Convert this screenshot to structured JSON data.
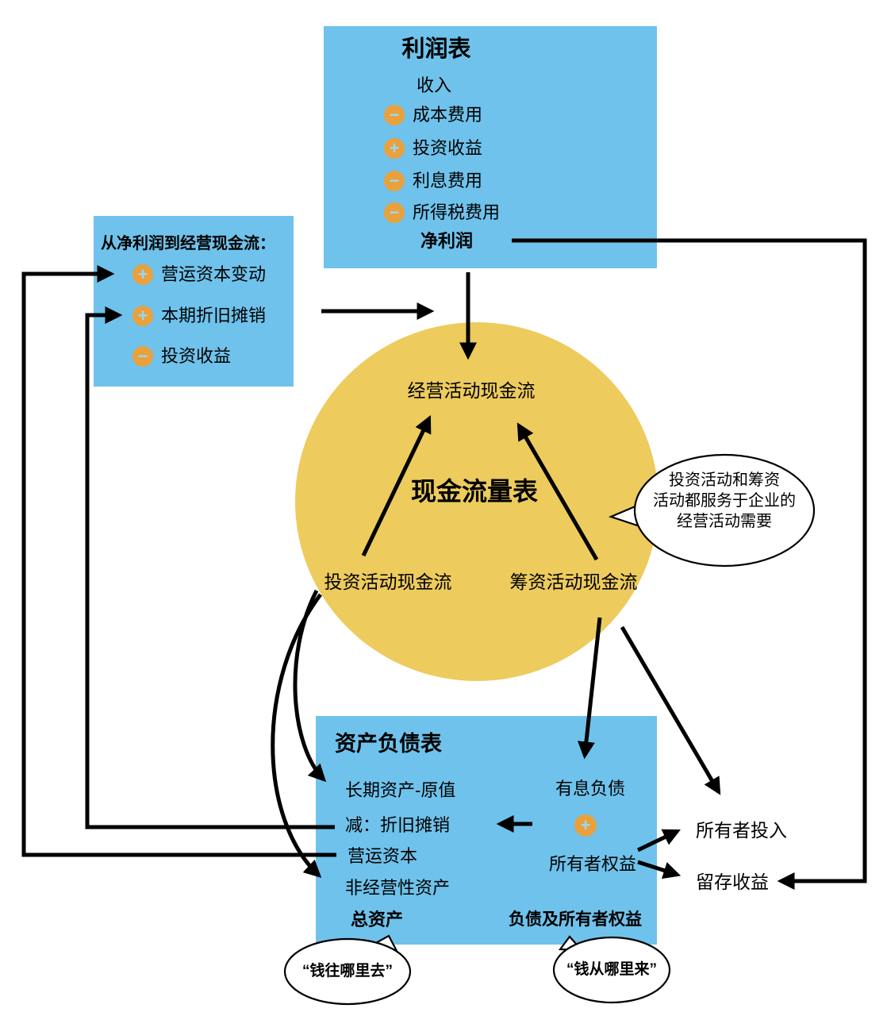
{
  "colors": {
    "box_blue": "#6FC2EB",
    "circle_yellow": "#EDCB5D",
    "icon_orange": "#E8A13D",
    "icon_glyph_blue": "#9ED6F2",
    "line_black": "#000000"
  },
  "income_statement": {
    "title": "利润表",
    "revenue": "收入",
    "items": [
      {
        "icon": "minus-icon",
        "sign": "−",
        "label": "成本费用"
      },
      {
        "icon": "plus-icon",
        "sign": "+",
        "label": "投资收益"
      },
      {
        "icon": "minus-icon",
        "sign": "−",
        "label": "利息费用"
      },
      {
        "icon": "minus-icon",
        "sign": "−",
        "label": "所得税费用"
      }
    ],
    "net_profit": "净利润"
  },
  "adjustments": {
    "title": "从净利润到经营现金流：",
    "items": [
      {
        "icon": "plus-icon",
        "sign": "+",
        "label": "营运资本变动"
      },
      {
        "icon": "plus-icon",
        "sign": "+",
        "label": "本期折旧摊销"
      },
      {
        "icon": "minus-icon",
        "sign": "−",
        "label": "投资收益"
      }
    ]
  },
  "cash_flow_statement": {
    "title": "现金流量表",
    "operating": "经营活动现金流",
    "investing": "投资活动现金流",
    "financing": "筹资活动现金流"
  },
  "balance_sheet": {
    "title": "资产负债表",
    "assets": [
      "长期资产-原值",
      "减：折旧摊销",
      "营运资本",
      "非经营性资产"
    ],
    "total_assets": "总资产",
    "liabilities": {
      "interest_bearing_debt": "有息负债",
      "plus_sign": "+",
      "owners_equity": "所有者权益"
    },
    "total_liabilities_equity": "负债及所有者权益"
  },
  "equity_detail": {
    "owner_investment": "所有者投入",
    "retained_earnings": "留存收益"
  },
  "callouts": {
    "service_note_line1": "投资活动和筹资",
    "service_note_line2": "活动都服务于企业的",
    "service_note_line3": "经营活动需要",
    "where_money_goes": "“钱往哪里去”",
    "where_money_comes_from": "“钱从哪里来”"
  }
}
